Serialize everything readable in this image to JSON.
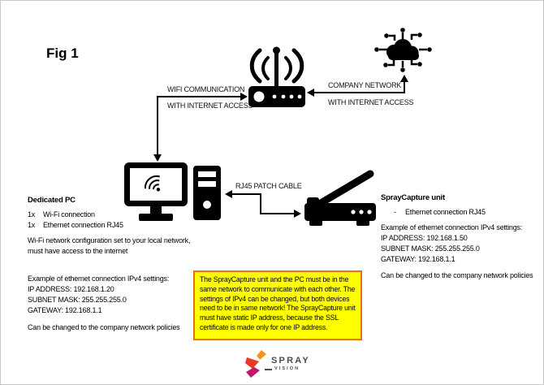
{
  "figure": {
    "title": "Fig 1"
  },
  "labels": {
    "wifi": {
      "line1": "WIFI COMMUNICATION",
      "line2": "WITH INTERNET ACCESS"
    },
    "company": {
      "line1": "COMPANY NETWORK",
      "line2": "WITH INTERNET ACCESS"
    },
    "rj45": "RJ45 PATCH CABLE"
  },
  "dedicated_pc": {
    "title": "Dedicated PC",
    "connections": [
      {
        "qty": "1x",
        "label": "Wi-Fi connection"
      },
      {
        "qty": "1x",
        "label": "Ethernet connection RJ45"
      }
    ],
    "wifi_note": {
      "line1": "Wi-Fi network configuration set to your local network,",
      "line2": "must have access to the internet"
    },
    "ipv4": {
      "heading": "Example of ethernet connection IPv4 settings:",
      "ip": "IP ADDRESS: 192.168.1.20",
      "subnet": "SUBNET MASK: 255.255.255.0",
      "gateway": "GATEWAY: 192.168.1.1"
    },
    "policy": "Can be changed to the company network policies"
  },
  "spraycapture": {
    "title": "SprayCapture unit",
    "connections": [
      {
        "bullet": "-",
        "label": "Ethernet connection RJ45"
      }
    ],
    "ipv4": {
      "heading": "Example of ethernet connection IPv4 settings:",
      "ip": "IP ADDRESS: 192.168.1.50",
      "subnet": "SUBNET MASK: 255.255.255.0",
      "gateway": "GATEWAY: 192.168.1.1"
    },
    "policy": "Can be changed to the company network policies"
  },
  "warning_box": {
    "text": "The SprayCapture unit and the PC must be in the same network to communicate with each other. The settings of IPv4 can be changed, but both devices need to be in same network! The SprayCapture unit must have static IP address, because the SSL certificate is made only for one IP address.",
    "background": "#FFFF00",
    "border_color": "#E8720E"
  },
  "logo": {
    "word": "SPRAY",
    "sub": "VISION",
    "colors": {
      "orange": "#F6921E",
      "red": "#E83A22",
      "magenta": "#C4166C",
      "text": "#4B4B4D"
    }
  },
  "icons": {
    "router": "wifi-router-icon",
    "cloud": "company-network-cloud-icon",
    "pc": "desktop-pc-icon",
    "tower": "pc-tower-icon",
    "scanner": "spraycapture-unit-icon",
    "wifi_screen": "wifi-signal-icon",
    "logo_mark": "sprayvision-logo-icon"
  }
}
